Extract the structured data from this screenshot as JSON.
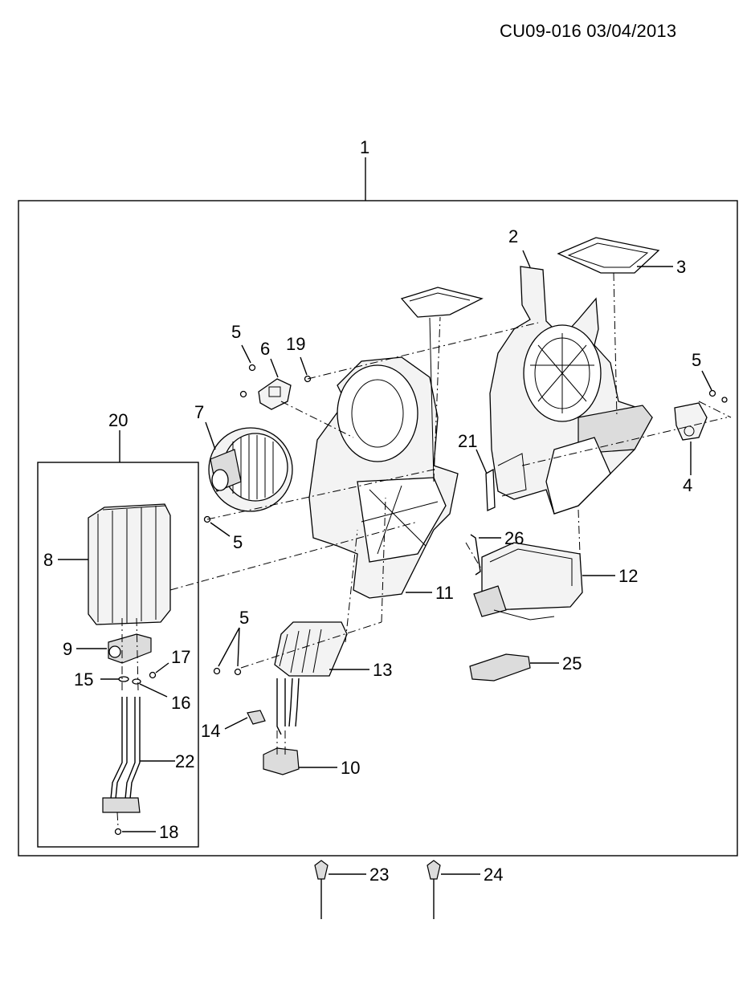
{
  "header": {
    "code_date": "CU09-016  03/04/2013"
  },
  "callouts": {
    "c1": "1",
    "c2": "2",
    "c3": "3",
    "c4": "4",
    "c5a": "5",
    "c5b": "5",
    "c5c": "5",
    "c5d": "5",
    "c6": "6",
    "c7": "7",
    "c8": "8",
    "c9": "9",
    "c10": "10",
    "c11": "11",
    "c12": "12",
    "c13": "13",
    "c14": "14",
    "c15": "15",
    "c16": "16",
    "c17": "17",
    "c18": "18",
    "c19": "19",
    "c20": "20",
    "c21": "21",
    "c22": "22",
    "c23": "23",
    "c24": "24",
    "c25": "25",
    "c26": "26"
  }
}
